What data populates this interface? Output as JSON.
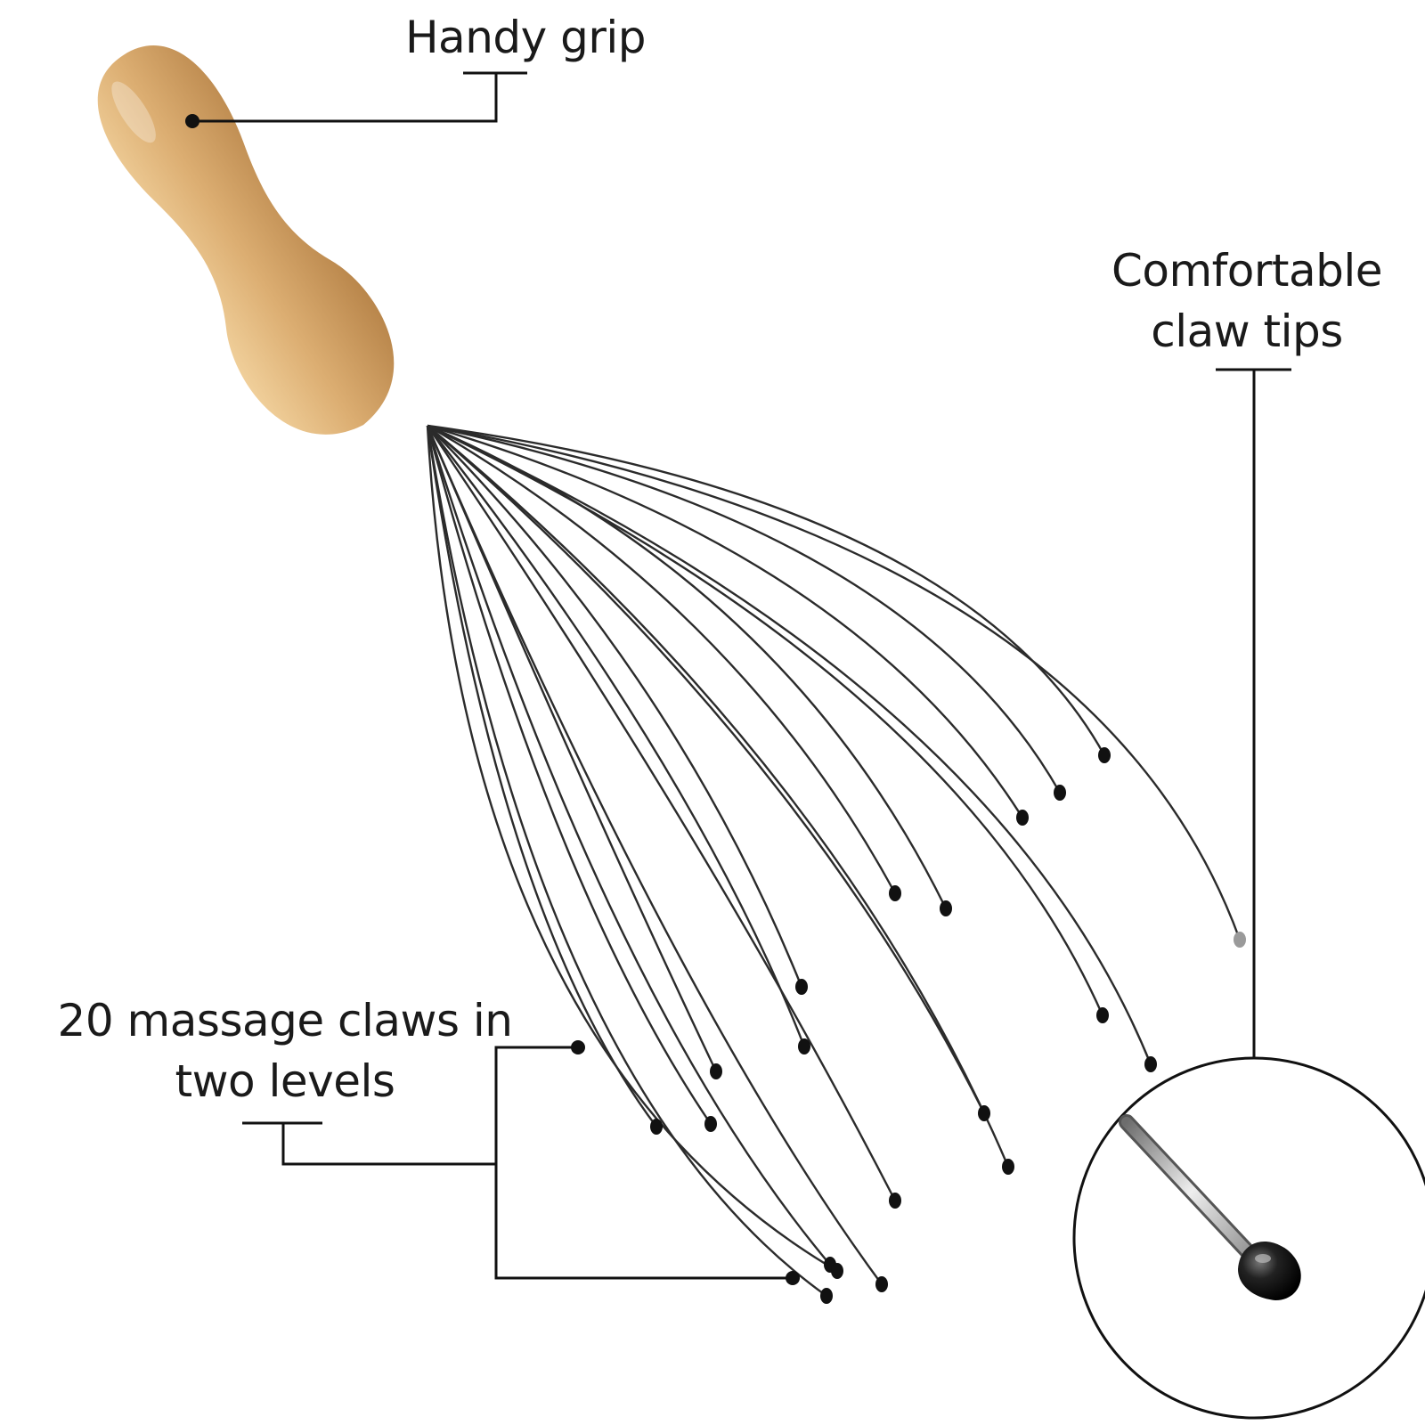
{
  "callouts": {
    "handy_grip": "Handy grip",
    "claw_tips": {
      "line1": "Comfortable",
      "line2": "claw tips"
    },
    "massage_claws": {
      "line1": "20 massage claws in",
      "line2": "two levels"
    }
  },
  "product": {
    "claw_count": 20,
    "levels": 2
  },
  "colors": {
    "handle_wood": "#d9ad72",
    "wire": "#2b2b2b",
    "tip": "#111111",
    "leader_line": "#111111",
    "background": "#ffffff"
  }
}
